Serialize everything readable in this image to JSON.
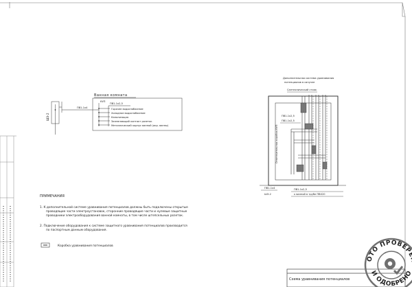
{
  "schematic": {
    "title": "Ванная комната",
    "panel_label": "ШЭ-2",
    "cable_main": "ПВ1-1х4",
    "box_label": "КУП",
    "box_cable": "ПВ1-1х2,5",
    "items": [
      "Горячее водоснабжение",
      "Холодное водоснабжение",
      "Канализация",
      "Заземляющий контакт розеток",
      "Металлический корпус ванной (акр. ванны)"
    ]
  },
  "notes": {
    "heading": "ПРИМЕЧАНИЯ",
    "lines": [
      "1. К дополнительной системе уравнивания потенциалов должны быть подключены открытые",
      "проводящие части электроустановок, сторонние проводящие части и нулевые защитные",
      "проводники электрооборудования ванной комнаты, в том числе штепсельных розеток.",
      "2. Подключение оборудования к системе защитного уравнивания потенциалов производится",
      "по паспортным данным оборудования."
    ]
  },
  "legend": {
    "label": "Коробка уравнивания потенциалов"
  },
  "section": {
    "top_label_1": "Дополнительная система уравнивания",
    "top_label_2": "потенциалов в санузле",
    "stand_label": "Сантехнический стояк",
    "box_side_label": "Ответвительная коробка КУП",
    "cable_1": "ПВ1-1х2,5",
    "cable_2": "ПВ1-1х2,5",
    "panel_cable": "ПВ1-1х4",
    "panel_label": "ШЭ-2",
    "bottom_cable": "ПВ1-1х2,5",
    "bottom_text": "к ванной в трубе ПВХ20"
  },
  "title_block": {
    "text": "Схема уравнивания потенциалов"
  },
  "stamp": {
    "top_text": "ФОТО ПРОВЕРЕНО",
    "bottom_text": "И ОДОБРЕНО",
    "color": "#6f6f6f"
  }
}
